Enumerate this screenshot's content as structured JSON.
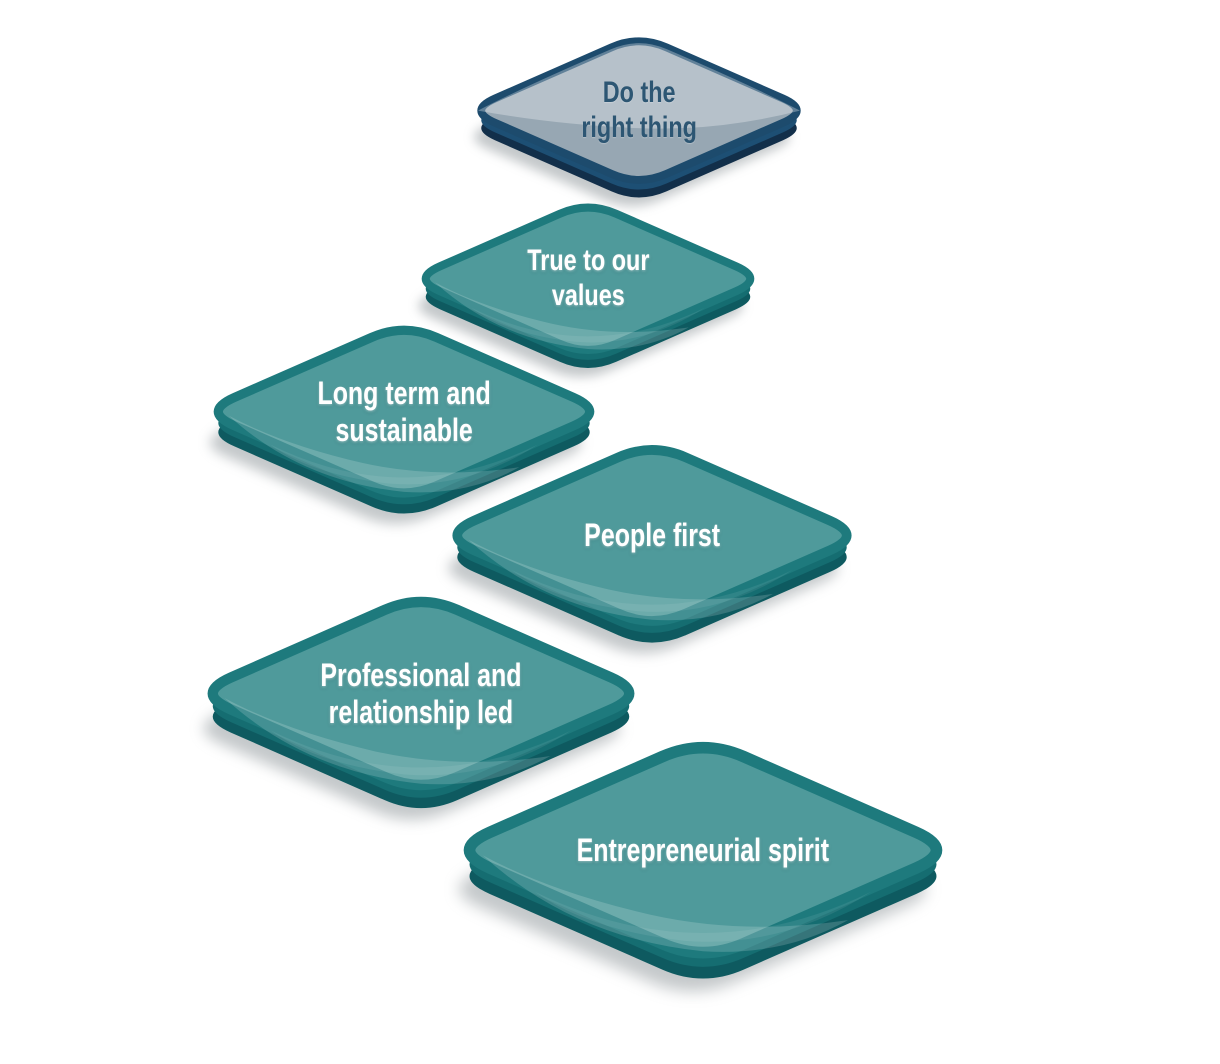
{
  "diagram": {
    "tiles": [
      {
        "text": "Do the right thing",
        "lines": [
          "Do the",
          "right thing"
        ],
        "scheme": "navy"
      },
      {
        "text": "True to our values",
        "lines": [
          "True to our",
          "values"
        ],
        "scheme": "teal"
      },
      {
        "text": "Long term and sustainable",
        "lines": [
          "Long term and",
          "sustainable"
        ],
        "scheme": "teal"
      },
      {
        "text": "People first",
        "lines": [
          "People first"
        ],
        "scheme": "teal"
      },
      {
        "text": "Professional and relationship led",
        "lines": [
          "Professional and",
          "relationship led"
        ],
        "scheme": "teal"
      },
      {
        "text": "Entrepreneurial spirit",
        "lines": [
          "Entrepreneurial spirit"
        ],
        "scheme": "teal"
      }
    ],
    "colors": {
      "background": "#ffffff",
      "shadow": "#8a9296",
      "teal": {
        "face": "#4f9a9b",
        "ring": "#1e7a7d",
        "side": "#156d71",
        "lip": "#0e5a60",
        "swoosh": "rgba(255,255,255,0.17)",
        "swoosh_soft": "rgba(255,255,255,0.08)",
        "text": "#ffffff"
      },
      "navy": {
        "face": "#97a7b3",
        "ring": "#1d4b6d",
        "side": "#1d4f74",
        "lip": "#122f4a",
        "gloss": "rgba(255,255,255,0.30)",
        "text": "#2d5673"
      }
    }
  }
}
